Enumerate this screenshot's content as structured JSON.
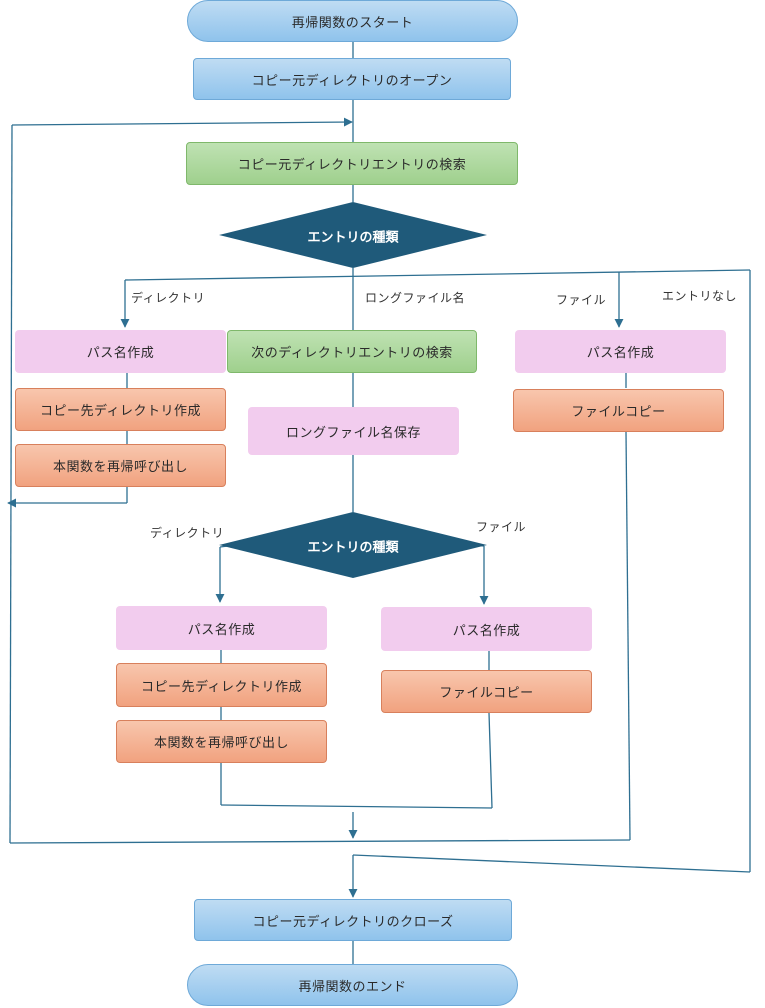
{
  "nodes": {
    "start": "再帰関数のスタート",
    "open_src": "コピー元ディレクトリのオープン",
    "search_entry": "コピー元ディレクトリエントリの検索",
    "entry_type_1": "エントリの種類",
    "dir_path_1": "パス名作成",
    "dir_create_1": "コピー先ディレクトリ作成",
    "recurse_1": "本関数を再帰呼び出し",
    "search_next": "次のディレクトリエントリの検索",
    "save_long_name": "ロングファイル名保存",
    "file_path_1": "パス名作成",
    "file_copy_1": "ファイルコピー",
    "entry_type_2": "エントリの種類",
    "dir_path_2": "パス名作成",
    "dir_create_2": "コピー先ディレクトリ作成",
    "recurse_2": "本関数を再帰呼び出し",
    "file_path_2": "パス名作成",
    "file_copy_2": "ファイルコピー",
    "close_src": "コピー元ディレクトリのクローズ",
    "end": "再帰関数のエンド"
  },
  "edge_labels": {
    "directory_1": "ディレクトリ",
    "long_file_name": "ロングファイル名",
    "file_1": "ファイル",
    "no_entry": "エントリなし",
    "directory_2": "ディレクトリ",
    "file_2": "ファイル"
  },
  "colors": {
    "line": "#2e6f91",
    "diamond": "#1f5a7a",
    "terminal": "#8fc3ec",
    "process_blue": "#8fc3ec",
    "process_green": "#9fd08d",
    "process_pink": "#f2ccee",
    "process_orange": "#f1a27f"
  }
}
